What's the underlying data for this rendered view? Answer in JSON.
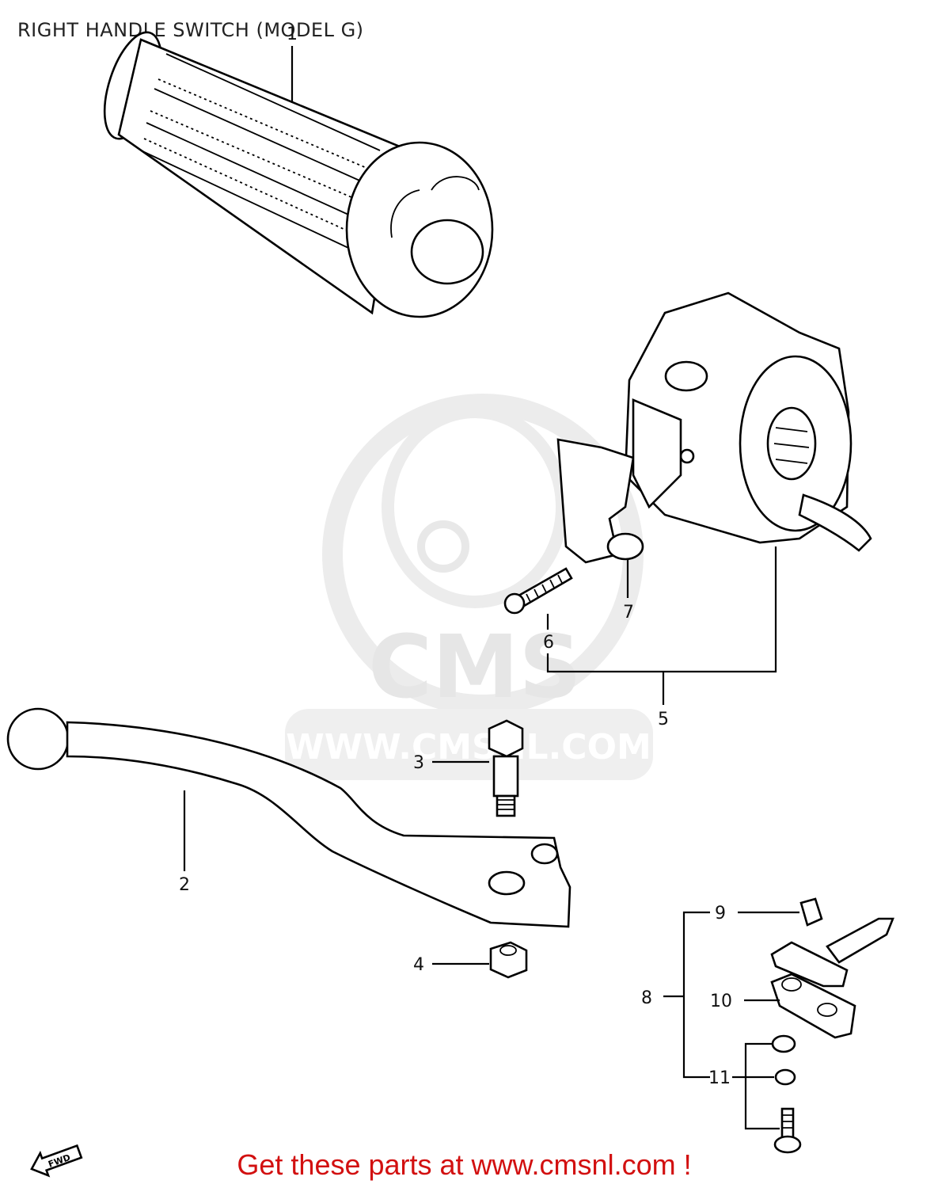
{
  "title": "RIGHT HANDLE SWITCH (MODEL G)",
  "watermark": {
    "brand": "CMS",
    "url": "WWW.CMSNL.COM"
  },
  "fwd_label": "FWD",
  "callouts": [
    "1",
    "2",
    "3",
    "4",
    "5",
    "6",
    "7",
    "8",
    "9",
    "10",
    "11"
  ],
  "footer": "Get these parts at www.cmsnl.com !",
  "colors": {
    "footer": "#d21010",
    "watermark": "#e6e6e6",
    "lines": "#000000"
  }
}
